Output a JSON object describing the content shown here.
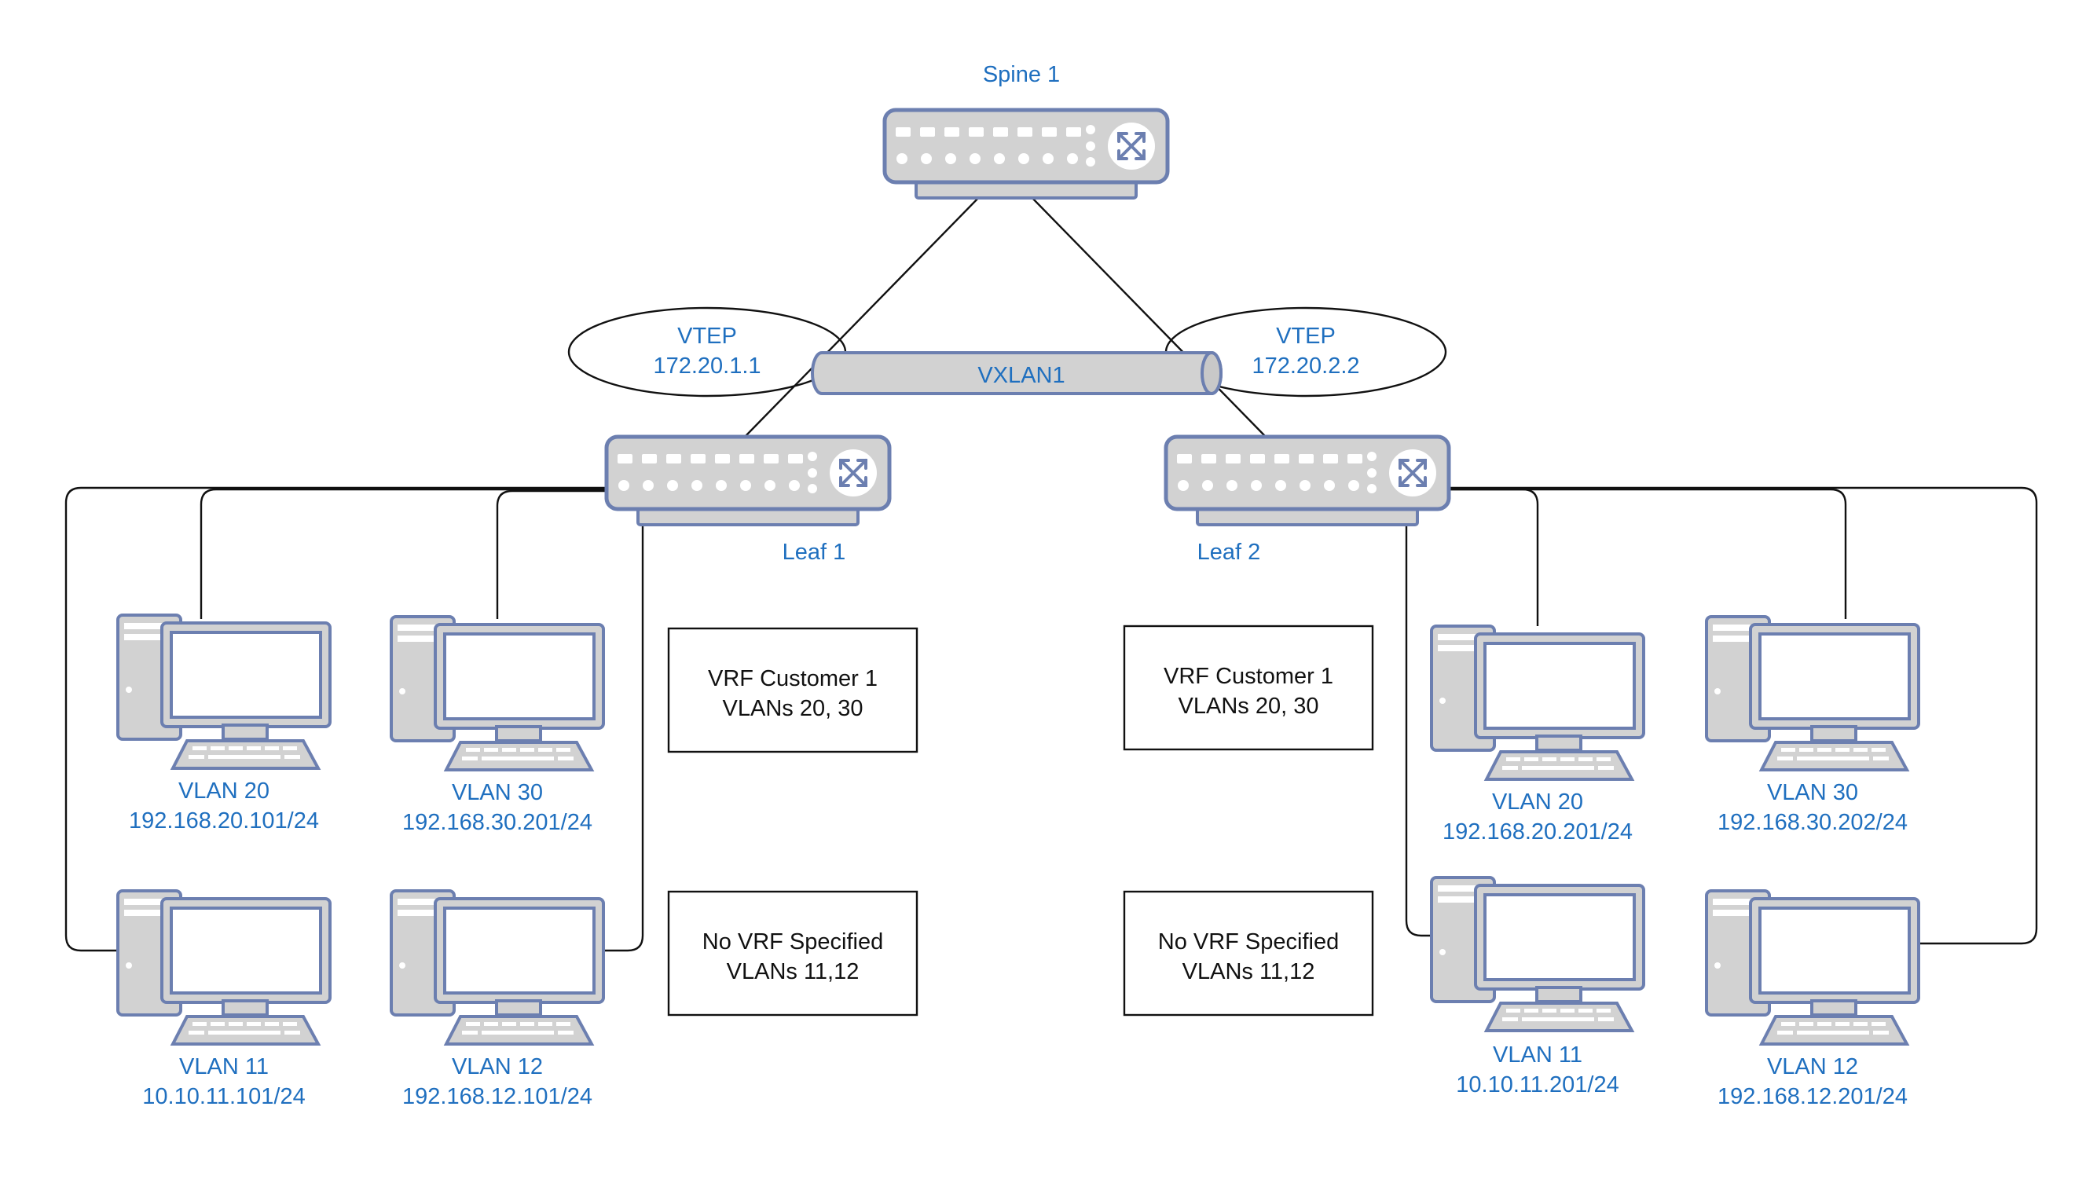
{
  "spine": {
    "label": "Spine 1"
  },
  "leaf1": {
    "label": "Leaf 1"
  },
  "leaf2": {
    "label": "Leaf 2"
  },
  "vtep1": {
    "title": "VTEP",
    "ip": "172.20.1.1"
  },
  "vtep2": {
    "title": "VTEP",
    "ip": "172.20.2.2"
  },
  "tunnel": {
    "label": "VXLAN1"
  },
  "vrf_boxes": {
    "left_top": {
      "line1": "VRF Customer 1",
      "line2": "VLANs 20, 30"
    },
    "left_bottom": {
      "line1": "No VRF Specified",
      "line2": "VLANs 11,12"
    },
    "right_top": {
      "line1": "VRF Customer 1",
      "line2": "VLANs 20, 30"
    },
    "right_bottom": {
      "line1": "No VRF Specified",
      "line2": "VLANs 11,12"
    }
  },
  "hosts": {
    "l_vlan20": {
      "vlan": "VLAN 20",
      "ip": "192.168.20.101/24"
    },
    "l_vlan30": {
      "vlan": "VLAN 30",
      "ip": "192.168.30.201/24"
    },
    "l_vlan11": {
      "vlan": "VLAN 11",
      "ip": "10.10.11.101/24"
    },
    "l_vlan12": {
      "vlan": "VLAN 12",
      "ip": "192.168.12.101/24"
    },
    "r_vlan20": {
      "vlan": "VLAN 20",
      "ip": "192.168.20.201/24"
    },
    "r_vlan30": {
      "vlan": "VLAN 30",
      "ip": "192.168.30.202/24"
    },
    "r_vlan11": {
      "vlan": "VLAN 11",
      "ip": "10.10.11.201/24"
    },
    "r_vlan12": {
      "vlan": "VLAN 12",
      "ip": "192.168.12.201/24"
    }
  }
}
